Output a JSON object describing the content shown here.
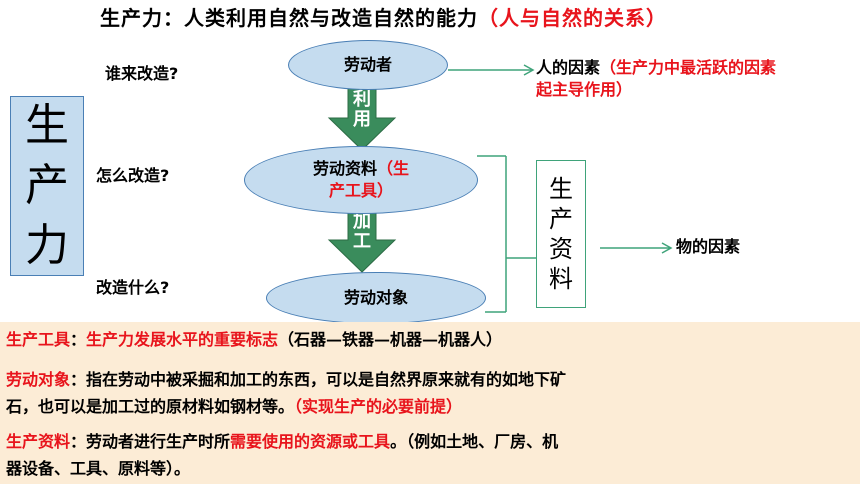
{
  "title": {
    "main": "生产力：人类利用自然与改造自然的能力",
    "highlight": "（人与自然的关系）"
  },
  "questions": {
    "who": "谁来改造?",
    "how": "怎么改造?",
    "what": "改造什么?"
  },
  "left_label": [
    "生",
    "产",
    "力"
  ],
  "nodes": {
    "laborer": "劳动者",
    "means_main": "劳动资料",
    "means_paren_open": "（",
    "means_highlight_1": "生",
    "means_highlight_2": "产工具",
    "means_paren_close": "）",
    "object": "劳动对象"
  },
  "arrows": {
    "use": [
      "利",
      "用"
    ],
    "process": [
      "加",
      "工"
    ]
  },
  "right_box": [
    "生",
    "产",
    "资",
    "料"
  ],
  "human_factor": {
    "label": "人的因素",
    "note_1": "（生产力中最活跃的因素",
    "note_2": "起主导作用）"
  },
  "material_factor": "物的因素",
  "explanations": {
    "tools": {
      "term": "生产工具",
      "colon": "：",
      "highlight": "生产力发展水平的重要标志",
      "rest": "（石器—铁器—机器—机器人）"
    },
    "object": {
      "term": "劳动对象",
      "colon": "：",
      "text_1": "指在劳动中被采掘和加工的东西，可以是自然界原来就有的如地下矿",
      "text_2": "石，也可以是加工过的原材料如钢材等。",
      "highlight": "（实现生产的必要前提）"
    },
    "means": {
      "term": "生产资料",
      "colon": "：",
      "text_1": "劳动者进行生产时所",
      "highlight": "需要使用的资源或工具",
      "text_2": "。（例如土地、厂房、机",
      "text_3": "器设备、工具、原料等）。"
    }
  },
  "colors": {
    "accent_red": "#e8141c",
    "node_fill": "#c5dcef",
    "node_border": "#4a7fb5",
    "arrow_fill": "#3a8c5c",
    "bracket_green": "#3fa37a",
    "bottom_bg": "#fcecd6"
  }
}
